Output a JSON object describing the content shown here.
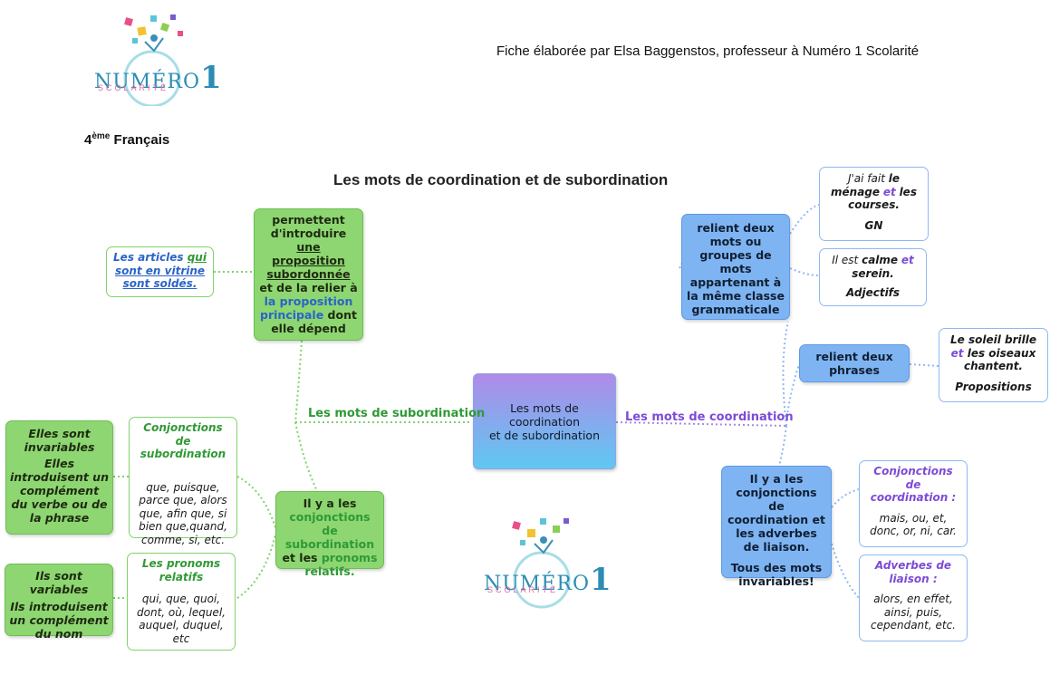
{
  "header": {
    "credit": "Fiche élaborée par Elsa Baggenstos, professeur à Numéro 1 Scolarité",
    "grade_num": "4",
    "grade_sup": "ème",
    "subject": "Français"
  },
  "logo": {
    "name": "NUMÉRO",
    "digit": "1",
    "tagline": "SCOLARITÉ"
  },
  "title": "Les mots de coordination et de subordination",
  "center": {
    "line1": "Les mots de",
    "line2": "coordination",
    "line3": "et de subordination"
  },
  "branches": {
    "left": "Les mots de subordination",
    "right": "Les mots de coordination"
  },
  "subordination": {
    "role": {
      "t1": "permettent d'introduire",
      "t2": "une proposition subordonnée",
      "t3": "et de la relier à",
      "t4": "la proposition principale",
      "t5": "dont elle dépend"
    },
    "example": {
      "t1": "Les articles",
      "t2": "qui",
      "t3": "sont en vitrine sont soldés."
    },
    "types": {
      "t1": "Il y a les",
      "t2": "conjonctions de subordination",
      "t3": "et les",
      "t4": "pronoms relatifs."
    },
    "conj": {
      "title": "Conjonctions de subordination",
      "list": "que, puisque, parce que, alors que, afin que, si bien que,quand, comme, si, etc."
    },
    "pron": {
      "title": "Les pronoms relatifs",
      "list": "qui, que, quoi, dont, où, lequel, auquel, duquel, etc"
    },
    "conj_props": {
      "p1": "Elles sont invariables",
      "p2": "Elles introduisent un complément du verbe ou de la phrase"
    },
    "pron_props": {
      "p1": "Ils sont variables",
      "p2": "Ils introduisent un complément du nom"
    }
  },
  "coordination": {
    "words": "relient deux mots ou groupes de mots appartenant à la même classe grammaticale",
    "ex_gn": {
      "t1": "J'ai fait",
      "t2": "le ménage",
      "t3": "et",
      "t4": "les courses.",
      "label": "GN"
    },
    "ex_adj": {
      "t1": "Il est",
      "t2": "calme",
      "t3": "et",
      "t4": "serein.",
      "label": "Adjectifs"
    },
    "phrases": "relient deux phrases",
    "ex_prop": {
      "t1": "Le soleil brille",
      "t2": "et",
      "t3": "les oiseaux chantent.",
      "label": "Propositions"
    },
    "types": {
      "t1": "Il y a les conjonctions de coordination et les adverbes de liaison.",
      "t2": "Tous des mots invariables!"
    },
    "conj": {
      "title": "Conjonctions de coordination :",
      "list": "mais, ou, et, donc, or, ni, car."
    },
    "adv": {
      "title": "Adverbes de liaison :",
      "list": "alors, en effet, ainsi, puis, cependant, etc."
    }
  },
  "colors": {
    "green": "#8dd672",
    "blue": "#7fb4f2",
    "center_top": "#b08ae8",
    "center_bottom": "#5ec8f2"
  }
}
